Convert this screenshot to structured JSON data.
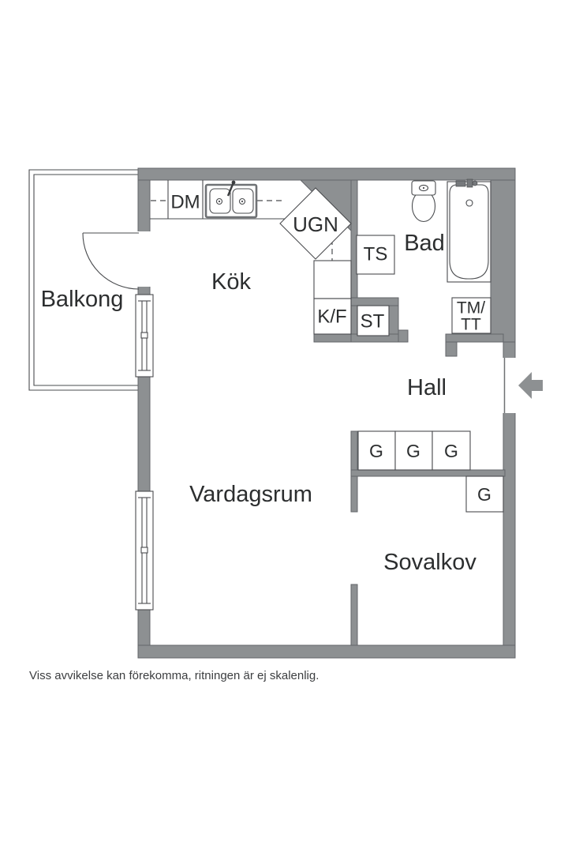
{
  "floorplan": {
    "rooms": {
      "balcony": "Balkong",
      "kitchen": "Kök",
      "bathroom": "Bad",
      "hall": "Hall",
      "living_room": "Vardagsrum",
      "sleeping_alcove": "Sovalkov"
    },
    "appliances": {
      "dishwasher": "DM",
      "oven": "UGN",
      "fridge_freezer": "K/F",
      "drying_cabinet": "TS",
      "cleaning_closet": "ST",
      "washer_line1": "TM/",
      "washer_line2": "TT"
    },
    "wardrobes": [
      "G",
      "G",
      "G",
      "G"
    ],
    "caption": "Viss avvikelse kan förekomma, ritningen är ej skalenlig."
  },
  "colors": {
    "wall": "#8d9092",
    "wall_outline": "#63666a",
    "fixture_outline": "#4a4c4f",
    "label_text": "#2c2e2f",
    "caption_text": "#3c3e40",
    "background": "#ffffff"
  }
}
